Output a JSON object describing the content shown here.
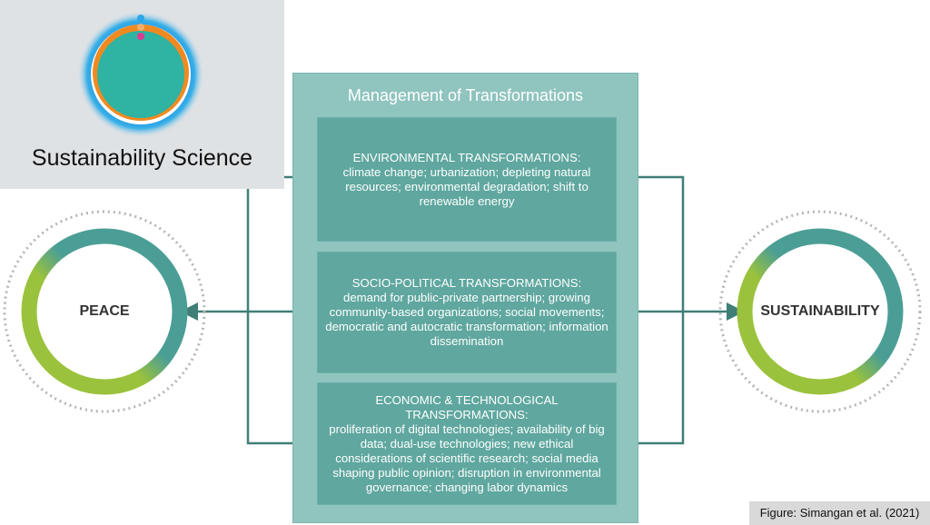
{
  "logo": {
    "title": "Sustainability Science"
  },
  "panel": {
    "title": "Management of Transformations",
    "boxes": [
      {
        "heading": "ENVIRONMENTAL TRANSFORMATIONS:",
        "text": "climate change; urbanization; depleting natural resources; environmental degradation; shift to renewable energy"
      },
      {
        "heading": "SOCIO-POLITICAL TRANSFORMATIONS:",
        "text": "demand for public-private partnership; growing community-based organizations; social movements; democratic and autocratic transformation; information dissemination"
      },
      {
        "heading": "ECONOMIC & TECHNOLOGICAL TRANSFORMATIONS:",
        "text": "proliferation of digital technologies; availability of big data; dual-use technologies; new ethical considerations of scientific research; social media shaping public opinion; disruption in environmental governance; changing labor dynamics"
      }
    ]
  },
  "circles": {
    "left": "PEACE",
    "right": "SUSTAINABILITY"
  },
  "colors": {
    "teal": "#4b9e95",
    "green": "#9bc23c",
    "line": "#3f7f77"
  },
  "caption": "Figure: Simangan et al. (2021)"
}
